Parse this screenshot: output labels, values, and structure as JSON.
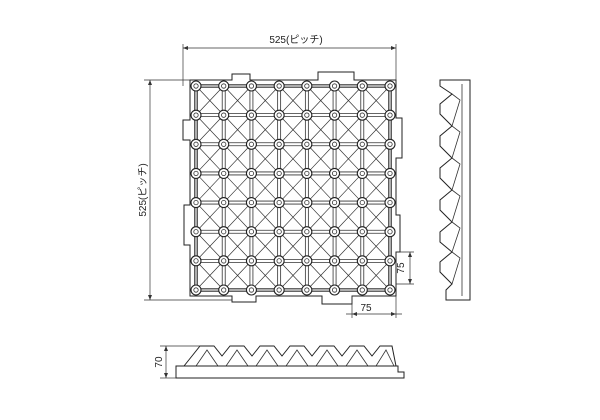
{
  "dimensions": {
    "width_label": "525(ピッチ)",
    "height_label": "525(ピッチ)",
    "thickness_label": "70",
    "offset_x_label": "75",
    "offset_y_label": "75"
  },
  "grid": {
    "columns": 7,
    "rows": 7
  }
}
